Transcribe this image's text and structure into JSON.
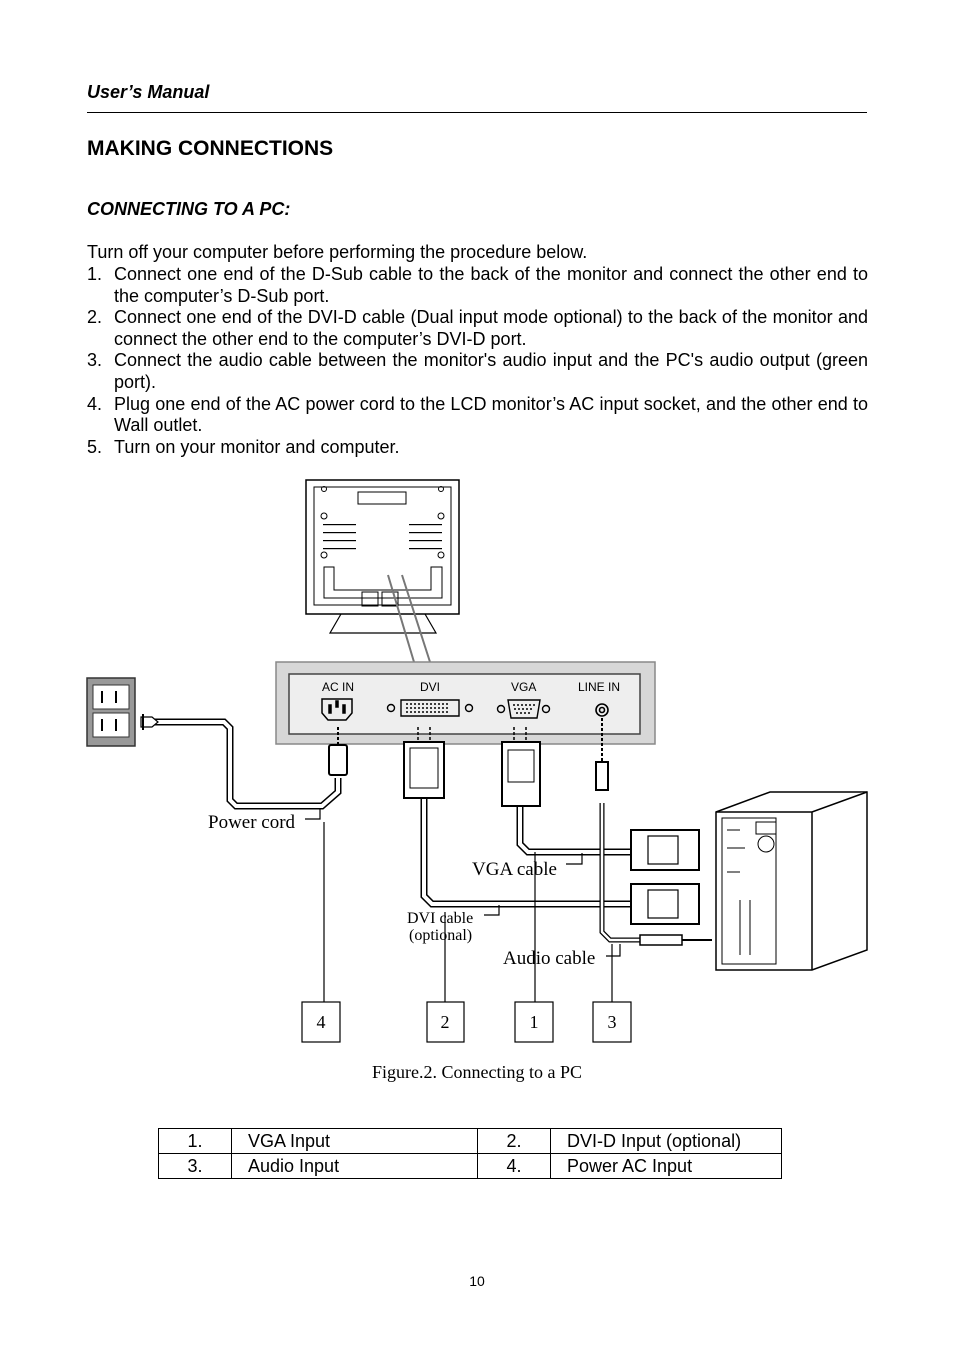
{
  "header": {
    "text": "User’s Manual"
  },
  "title": "MAKING CONNECTIONS",
  "subtitle": "CONNECTING TO A PC:",
  "intro": "Turn off your computer before performing the procedure below.",
  "steps": [
    {
      "num": "1.",
      "text": "Connect one end of the D-Sub cable to the back of the monitor and connect the other end to the computer’s D-Sub port."
    },
    {
      "num": "2.",
      "text": "Connect one end of the DVI-D cable (Dual input mode optional) to the back of the monitor and connect the other end to the computer’s DVI-D port."
    },
    {
      "num": "3.",
      "text": "Connect the audio cable between the monitor's audio input and the PC's audio output (green port)."
    },
    {
      "num": "4.",
      "text": "Plug one end of the AC power cord to the LCD monitor’s AC input socket, and the other end to Wall outlet."
    },
    {
      "num": "5.",
      "text": "Turn on your monitor and computer."
    }
  ],
  "figure": {
    "ports": {
      "ac_in": "AC IN",
      "dvi": "DVI",
      "vga": "VGA",
      "line_in": "LINE IN"
    },
    "labels": {
      "power_cord": "Power cord",
      "vga_cable": "VGA cable",
      "dvi_cable": "DVI cable",
      "dvi_optional": "(optional)",
      "audio_cable": "Audio cable"
    },
    "callouts": [
      "4",
      "2",
      "1",
      "3"
    ],
    "caption": "Figure.2. Connecting to a PC"
  },
  "legend": [
    {
      "n1": "1.",
      "d1": "VGA Input",
      "n2": "2.",
      "d2": "DVI-D Input (optional)"
    },
    {
      "n1": "3.",
      "d1": "Audio Input",
      "n2": "4.",
      "d2": "Power AC Input"
    }
  ],
  "page_number": "10"
}
